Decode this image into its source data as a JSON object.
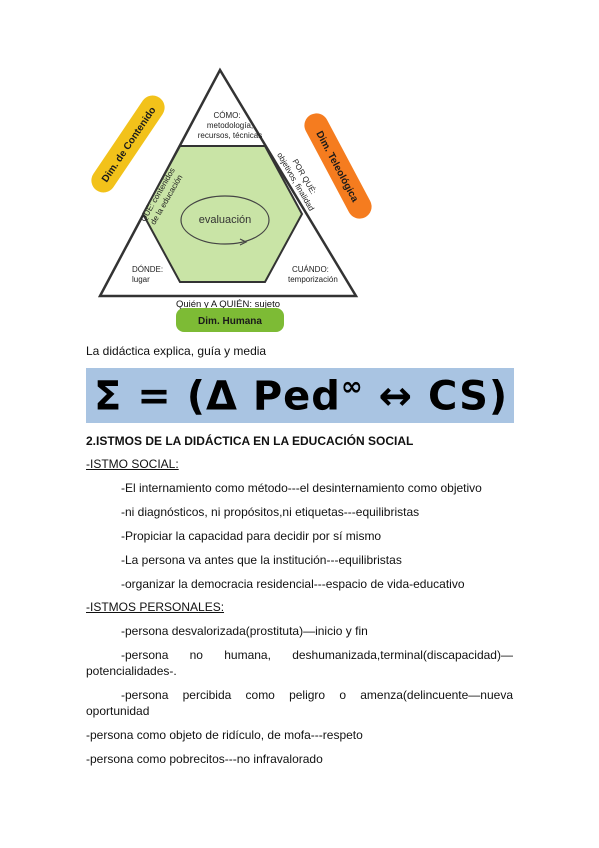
{
  "diagram": {
    "top": {
      "title": "CÓMO:",
      "line1": "metodología,",
      "line2": "recursos, técnicas"
    },
    "left_inner": {
      "line1": "QUÉ: contenidos",
      "line2": "de la educación"
    },
    "right_inner": {
      "line1": "POR QUÉ:",
      "line2": "objetivos, finalidad"
    },
    "center": "evaluación",
    "bottom_left": {
      "title": "DÓNDE:",
      "line1": "lugar"
    },
    "bottom_right": {
      "title": "CUÁNDO:",
      "line1": "temporización"
    },
    "base": "Quién y A QUIÉN: sujeto",
    "badge_contenido": "Dim. de Contenido",
    "badge_teleologica": "Dim. Teleológica",
    "badge_humana": "Dim. Humana",
    "colors": {
      "contenido": "#f2c21a",
      "teleologica": "#f57c1f",
      "humana": "#7dbb35",
      "hexagon": "#c9e4a6"
    }
  },
  "caption": "La didáctica explica, guía y media",
  "formula": {
    "main": "Σ = (Δ Ped",
    "sup": "∞",
    "end": " ↔ CS)"
  },
  "heading": "2.ISTMOS DE LA DIDÁCTICA EN LA EDUCACIÓN SOCIAL",
  "social": {
    "title": "-ISTMO SOCIAL:",
    "items": [
      "-El internamiento como método---el desinternamiento como objetivo",
      "-ni diagnósticos, ni propósitos,ni etiquetas---equilibristas",
      "-Propiciar la capacidad para decidir por sí mismo",
      "-La persona va antes que la institución---equilibristas",
      "-organizar la democracia residencial---espacio de vida-educativo"
    ]
  },
  "personales": {
    "title": "-ISTMOS PERSONALES:",
    "item1": "-persona desvalorizada(prostituta)—inicio y fin",
    "item2_words": [
      "-persona",
      "no",
      "humana,",
      "deshumanizada,terminal(discapacidad)—"
    ],
    "item2_cont": "potencialidades-.",
    "item3_words": [
      "-persona",
      "percibida",
      "como",
      "peligro",
      "o",
      "amenza(delincuente—nueva"
    ],
    "item3_cont": "oportunidad",
    "item4": "-persona como objeto de ridículo, de mofa---respeto",
    "item5": "-persona como pobrecitos---no infravalorado"
  }
}
